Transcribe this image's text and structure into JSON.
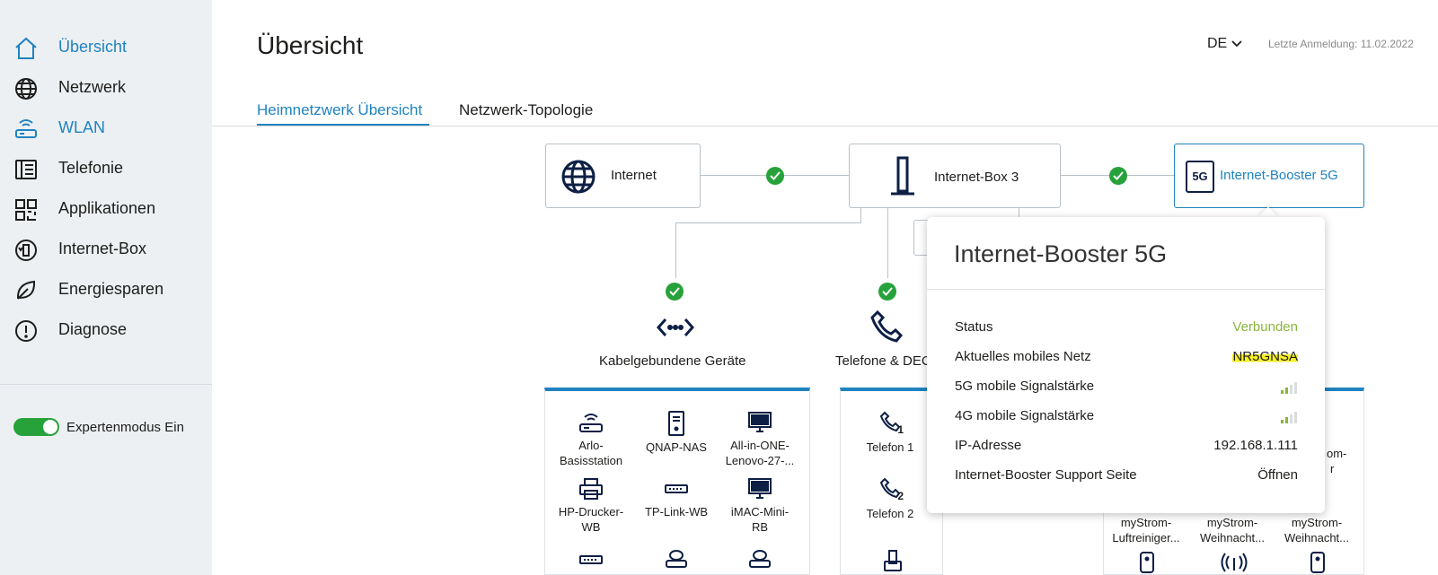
{
  "sidebar": {
    "items": [
      {
        "label": "Übersicht",
        "icon": "home-icon"
      },
      {
        "label": "Netzwerk",
        "icon": "globe-icon"
      },
      {
        "label": "WLAN",
        "icon": "wifi-router-icon"
      },
      {
        "label": "Telefonie",
        "icon": "phonebook-icon"
      },
      {
        "label": "Applikationen",
        "icon": "apps-grid-icon"
      },
      {
        "label": "Internet-Box",
        "icon": "box-refresh-icon"
      },
      {
        "label": "Energiesparen",
        "icon": "leaf-icon"
      },
      {
        "label": "Diagnose",
        "icon": "alert-circle-icon"
      }
    ],
    "expert_mode_label": "Expertenmodus Ein",
    "expert_mode_on": true
  },
  "header": {
    "title": "Übersicht",
    "language": "DE",
    "last_login": "Letzte Anmeldung: 11.02.2022"
  },
  "tabs": [
    {
      "label": "Heimnetzwerk Übersicht",
      "active": true
    },
    {
      "label": "Netzwerk-Topologie",
      "active": false
    }
  ],
  "topology": {
    "internet": {
      "label": "Internet"
    },
    "box": {
      "label": "Internet-Box 3"
    },
    "booster": {
      "label": "Internet-Booster 5G",
      "icon_text": "5G"
    }
  },
  "categories": {
    "wired": {
      "label": "Kabelgebundene Geräte"
    },
    "phones": {
      "label": "Telefone & DECT"
    }
  },
  "wired_devices": [
    {
      "name": "Arlo-\nBasisstation",
      "icon": "router-icon"
    },
    {
      "name": "QNAP-NAS",
      "icon": "nas-icon"
    },
    {
      "name": "All-in-ONE-\nLenovo-27-...",
      "icon": "monitor-icon"
    },
    {
      "name": "HP-Drucker-\nWB",
      "icon": "printer-icon"
    },
    {
      "name": "TP-Link-WB",
      "icon": "switch-icon"
    },
    {
      "name": "iMAC-Mini-\nRB",
      "icon": "monitor-icon"
    }
  ],
  "phones": [
    {
      "name": "Telefon 1",
      "number": "1"
    },
    {
      "name": "Telefon 2",
      "number": "2"
    }
  ],
  "wireless_devices": [
    {
      "name": "myStrom-\nLuftreiniger..."
    },
    {
      "name": "myStrom-\nWeihnacht..."
    },
    {
      "name": "myStrom-\nWeihnacht..."
    }
  ],
  "wireless_partial": [
    {
      "name": "om-"
    },
    {
      "name": "r"
    }
  ],
  "popup": {
    "title": "Internet-Booster 5G",
    "rows": [
      {
        "key": "Status",
        "value": "Verbunden"
      },
      {
        "key": "Aktuelles mobiles Netz",
        "value": "NR5GNSA"
      },
      {
        "key": "5G mobile Signalstärke",
        "value": "",
        "signal_bars": 2,
        "signal_max": 4
      },
      {
        "key": "4G mobile Signalstärke",
        "value": "",
        "signal_bars": 2,
        "signal_max": 4
      },
      {
        "key": "IP-Adresse",
        "value": "192.168.1.111"
      },
      {
        "key": "Internet-Booster Support Seite",
        "value": "Öffnen"
      }
    ]
  },
  "colors": {
    "accent": "#1f83c0",
    "success": "#27a23b",
    "status_green": "#8ab43c",
    "highlight": "#f6ef27",
    "sidebar_bg": "#ecf0f3"
  }
}
